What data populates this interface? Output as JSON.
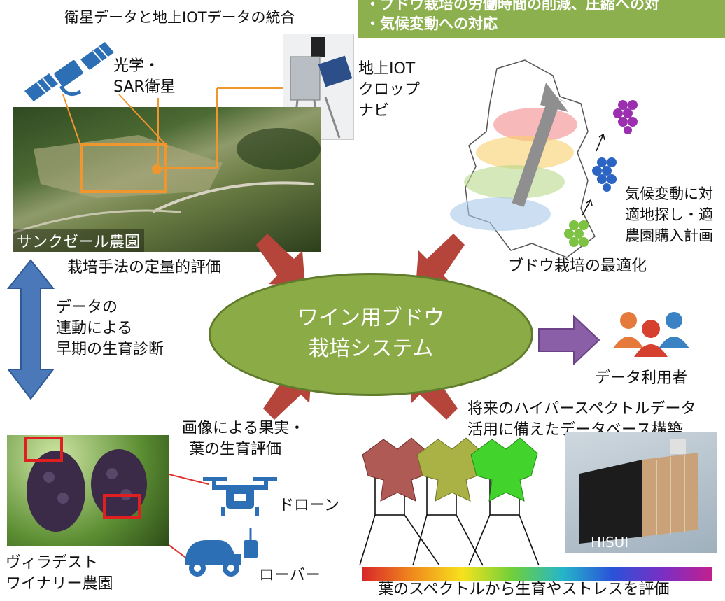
{
  "banner": {
    "line1": "・ブドウ栽培の労働時間の削減、圧縮への対",
    "line2": "・気候変動への対応"
  },
  "top_title": "衛星データと地上IOTデータの統合",
  "satellite_label": [
    "光学・",
    "SAR衛星"
  ],
  "iot_label": [
    "地上IOT",
    "クロップ",
    "ナビ"
  ],
  "farm1_label": "サンクゼール農園",
  "eval_label": "栽培手法の定量的評価",
  "data_link": [
    "データの",
    "連動による",
    "早期の生育診断"
  ],
  "center": [
    "ワイン用ブドウ",
    "栽培システム"
  ],
  "climate_label": [
    "気候変動に対",
    "適地探し・適",
    "農園購入計画"
  ],
  "optimize_label": "ブドウ栽培の最適化",
  "user_label": "データ利用者",
  "hyper_label": [
    "将来のハイパースペクトルデータ",
    "活用に備えたデータベース構築"
  ],
  "image_eval": [
    "画像による果実・",
    "葉の生育評価"
  ],
  "drone_label": "ドローン",
  "rover_label": "ローバー",
  "farm2_label": [
    "ヴィラデスト",
    "ワイナリー農園"
  ],
  "hisui_label": "HISUI",
  "spectrum_label": "葉のスペクトルから生育やストレスを評価",
  "colors": {
    "banner": "#8db04f",
    "ellipse": "#8aab45",
    "arrow_red": "#b5453a",
    "arrow_blue": "#4a78b8",
    "arrow_purple": "#8b5ea8",
    "orange": "#f0962f"
  }
}
